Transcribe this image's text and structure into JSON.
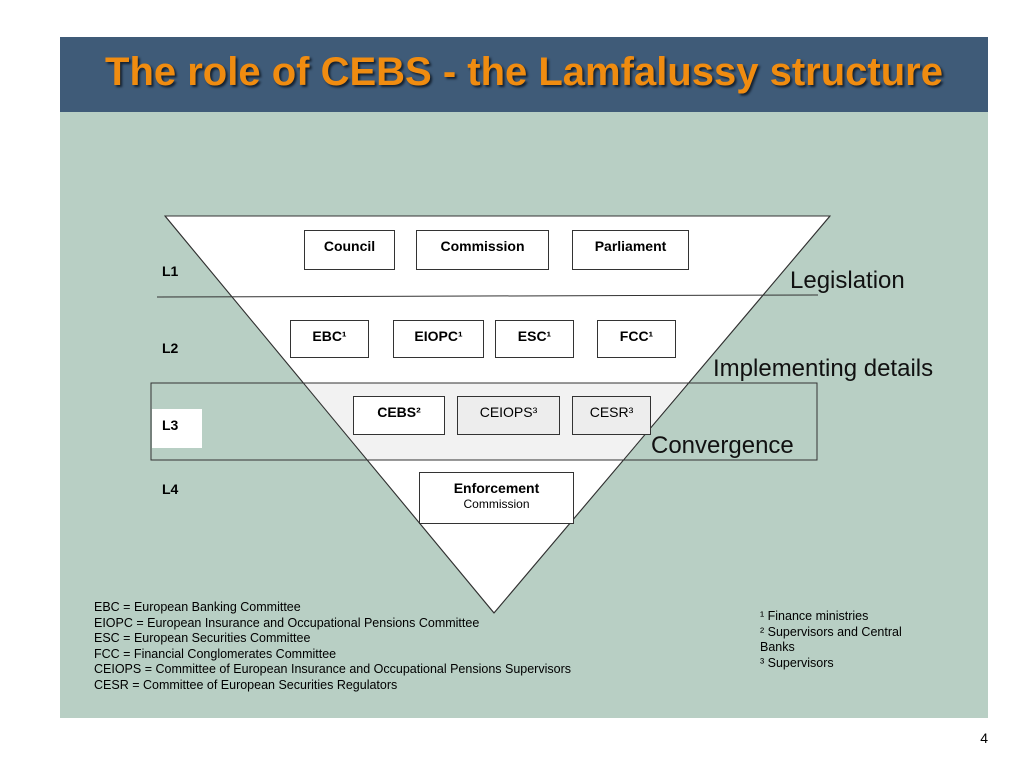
{
  "title": "The role of CEBS - the Lamfalussy structure",
  "levels": {
    "l1": "L1",
    "l2": "L2",
    "l3": "L3",
    "l4": "L4"
  },
  "level1": {
    "council": "Council",
    "commission": "Commission",
    "parliament": "Parliament"
  },
  "level2": {
    "ebc": "EBC¹",
    "eiopc": "EIOPC¹",
    "esc": "ESC¹",
    "fcc": "FCC¹"
  },
  "level3": {
    "cebs": "CEBS²",
    "ceiops": "CEIOPS³",
    "cesr": "CESR³"
  },
  "level4": {
    "enforcement": "Enforcement",
    "enforcement_sub": "Commission"
  },
  "side_labels": {
    "legislation": "Legislation",
    "implementing": "Implementing details",
    "convergence": "Convergence"
  },
  "glossary": [
    "EBC = European Banking Committee",
    "EIOPC = European Insurance and Occupational Pensions Committee",
    "ESC = European Securities Committee",
    "FCC = Financial Conglomerates Committee",
    "CEIOPS = Committee of European Insurance and Occupational Pensions Supervisors",
    "CESR = Committee of European Securities Regulators"
  ],
  "footnotes": [
    "¹ Finance ministries",
    "² Supervisors and Central Banks",
    "³ Supervisors"
  ],
  "page_number": "4",
  "colors": {
    "header_bg": "#3f5b78",
    "title": "#f08c10",
    "panel_bg": "#b8cfc4",
    "triangle_fill": "#ffffff"
  }
}
